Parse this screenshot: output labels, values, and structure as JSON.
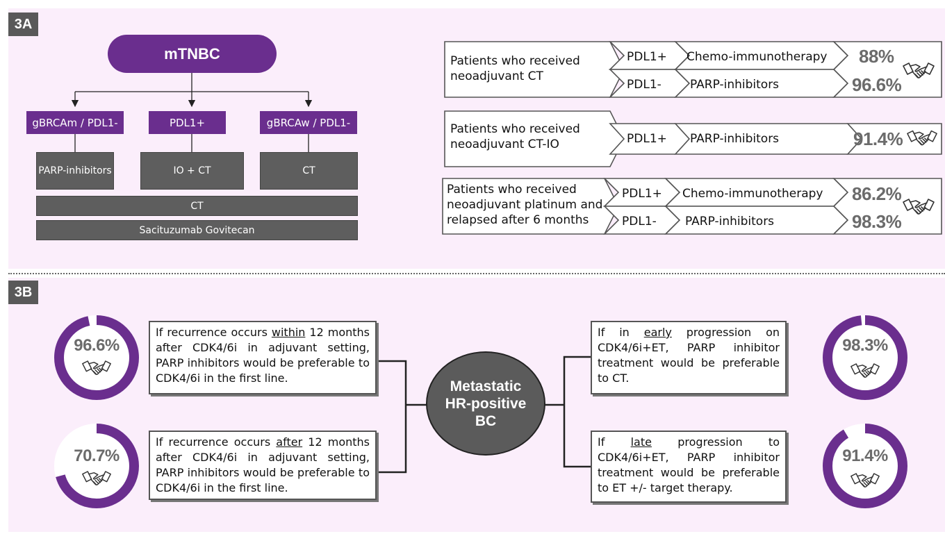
{
  "colors": {
    "purple": "#6a2e8e",
    "gray": "#5e5e5e",
    "panel_bg": "#fbeefb",
    "percent_gray": "#6b6b6b"
  },
  "panel_a": {
    "tag": "3A",
    "root": "mTNBC",
    "branches": [
      {
        "label": "gBRCAm / PDL1-",
        "treatment": "PARP-inhibitors"
      },
      {
        "label": "PDL1+",
        "treatment": "IO + CT"
      },
      {
        "label": "gBRCAw / PDL1-",
        "treatment": "CT"
      }
    ],
    "bars": [
      "CT",
      "Sacituzumab Govitecan"
    ],
    "groups": [
      {
        "patient": "Patients who received neoadjuvant CT",
        "rows": [
          {
            "marker": "PDL1+",
            "therapy": "Chemo-immunotherapy",
            "percent": "88%"
          },
          {
            "marker": "PDL1-",
            "therapy": "PARP-inhibitors",
            "percent": "96.6%"
          }
        ]
      },
      {
        "patient": "Patients who received neoadjuvant CT-IO",
        "rows": [
          {
            "marker": "PDL1+",
            "therapy": "PARP-inhibitors",
            "percent": "91.4%"
          }
        ]
      },
      {
        "patient": "Patients who received neoadjuvant platinum and relapsed after 6 months",
        "rows": [
          {
            "marker": "PDL1+",
            "therapy": "Chemo-immunotherapy",
            "percent": "86.2%"
          },
          {
            "marker": "PDL1-",
            "therapy": "PARP-inhibitors",
            "percent": "98.3%"
          }
        ]
      }
    ]
  },
  "panel_b": {
    "tag": "3B",
    "center": "Metastatic HR-positive BC",
    "statements": [
      {
        "pre": "If recurrence occurs ",
        "em": "within",
        "post": " 12 months after CDK4/6i in adjuvant setting, PARP inhibitors would be preferable to CDK4/6i in the first line.",
        "percent": "96.6%",
        "value": 96.6
      },
      {
        "pre": "If recurrence occurs ",
        "em": "after",
        "post": " 12 months after CDK4/6i in adjuvant setting, PARP inhibitors would be preferable to CDK4/6i in the first line.",
        "percent": "70.7%",
        "value": 70.7
      },
      {
        "pre": "If in ",
        "em": "early",
        "post": " progression on CDK4/6i+ET, PARP inhibitor treatment would be preferable to CT.",
        "percent": "98.3%",
        "value": 98.3
      },
      {
        "pre": "If ",
        "em": "late",
        "post": " progression to CDK4/6i+ET, PARP inhibitor treatment would be preferable to ET +/- target therapy.",
        "percent": "91.4%",
        "value": 91.4
      }
    ]
  },
  "icons": {
    "agreement": "handshake-icon"
  }
}
